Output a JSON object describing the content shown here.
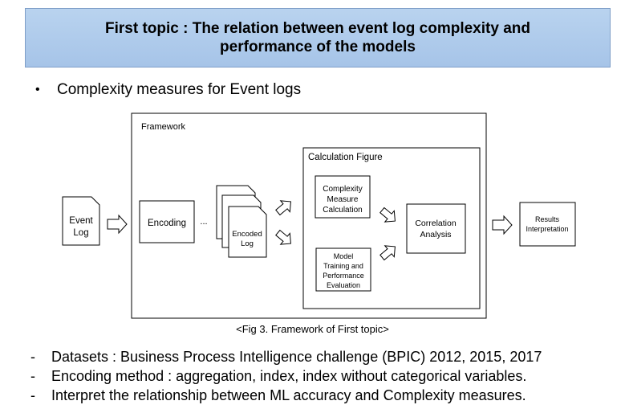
{
  "title": "First topic : The relation between event log complexity and performance of the models",
  "bullet": {
    "marker": "•",
    "text": "Complexity measures for Event logs"
  },
  "diagram": {
    "framework_label": "Framework",
    "calc_figure_label": "Calculation Figure",
    "event_log": [
      "Event",
      "Log"
    ],
    "encoding": "Encoding",
    "ellipsis": "...",
    "encoded_log": [
      "Encoded",
      "Log"
    ],
    "complexity": [
      "Complexity",
      "Measure",
      "Calculation"
    ],
    "model": [
      "Model",
      "Training and",
      "Performance",
      "Evaluation"
    ],
    "correlation": [
      "Correlation",
      "Analysis"
    ],
    "results": [
      "Results",
      "Interpretation"
    ]
  },
  "caption": "<Fig 3. Framework of First topic>",
  "list": {
    "marker": "-",
    "items": [
      "Datasets : Business Process Intelligence challenge (BPIC) 2012, 2015, 2017",
      "Encoding method : aggregation, index, index without categorical variables.",
      "Interpret the relationship between ML accuracy and Complexity measures."
    ]
  }
}
